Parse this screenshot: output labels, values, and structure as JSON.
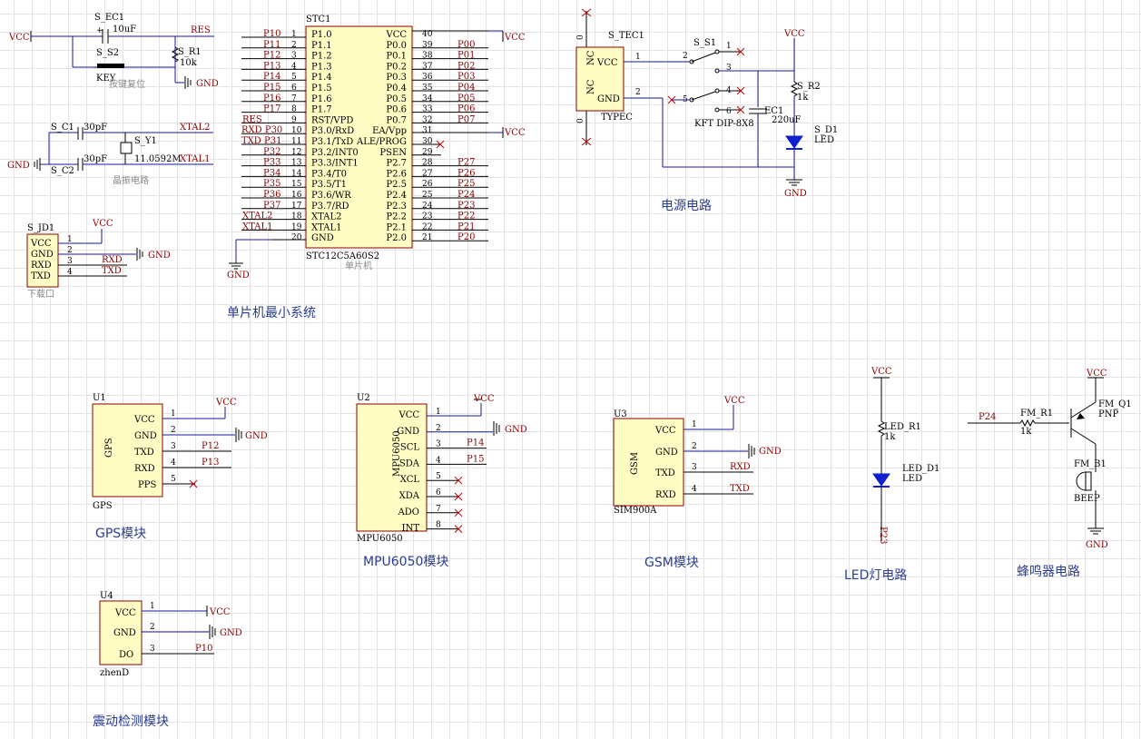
{
  "titles": {
    "mcu": "单片机最小系统",
    "power": "电源电路",
    "gps": "GPS模块",
    "mpu": "MPU6050模块",
    "gsm": "GSM模块",
    "led": "LED灯电路",
    "buzzer": "蜂鸣器电路",
    "vib": "震动检测模块"
  },
  "reset": {
    "vcc": "VCC",
    "ec1": "S_EC1",
    "ec1_value": "10uF",
    "s2": "S_S2",
    "s2_value": "KEY",
    "note": "按键复位",
    "res": "RES",
    "r1": "S_R1",
    "r1_value": "10k",
    "gnd": "GND"
  },
  "crystal": {
    "c1": "S_C1",
    "c1_value": "30pF",
    "c2": "S_C2",
    "c2_value": "30pF",
    "xtal2": "XTAL2",
    "xtal1": "XTAL1",
    "gnd": "GND",
    "y1": "S_Y1",
    "y1_value": "11.0592M",
    "note": "晶振电路"
  },
  "jd1": {
    "designator": "S_JD1",
    "pins": [
      "VCC",
      "GND",
      "RXD",
      "TXD"
    ],
    "vcc": "VCC",
    "gnd": "GND",
    "rxd": "RXD",
    "txd": "TXD",
    "note": "下载口"
  },
  "mcu": {
    "designator": "STC1",
    "part": "STC12C5A60S2",
    "note": "单片机",
    "gnd": "GND",
    "vcc": "VCC",
    "vcc2": "VCC",
    "left": [
      {
        "num": "1",
        "name": "P1.0",
        "net": "P10"
      },
      {
        "num": "2",
        "name": "P1.1",
        "net": "P11"
      },
      {
        "num": "3",
        "name": "P1.2",
        "net": "P12"
      },
      {
        "num": "4",
        "name": "P1.3",
        "net": "P13"
      },
      {
        "num": "5",
        "name": "P1.4",
        "net": "P14"
      },
      {
        "num": "6",
        "name": "P1.5",
        "net": "P15"
      },
      {
        "num": "7",
        "name": "P1.6",
        "net": "P16"
      },
      {
        "num": "8",
        "name": "P1.7",
        "net": "P17"
      },
      {
        "num": "9",
        "name": "RST/VPD",
        "net": "RES"
      },
      {
        "num": "10",
        "name": "P3.0/RxD",
        "net": "RXD P30"
      },
      {
        "num": "11",
        "name": "P3.1/TxD",
        "net": "TXD P31"
      },
      {
        "num": "12",
        "name": "P3.2/INT0",
        "net": "P32"
      },
      {
        "num": "13",
        "name": "P3.3/INT1",
        "net": "P33"
      },
      {
        "num": "14",
        "name": "P3.4/T0",
        "net": "P34"
      },
      {
        "num": "15",
        "name": "P3.5/T1",
        "net": "P35"
      },
      {
        "num": "16",
        "name": "P3.6/WR",
        "net": "P36"
      },
      {
        "num": "17",
        "name": "P3.7/RD",
        "net": "P37"
      },
      {
        "num": "18",
        "name": "XTAL2",
        "net": "XTAL2"
      },
      {
        "num": "19",
        "name": "XTAL1",
        "net": "XTAL1"
      },
      {
        "num": "20",
        "name": "GND",
        "net": ""
      }
    ],
    "right": [
      {
        "num": "40",
        "name": "VCC",
        "net": ""
      },
      {
        "num": "39",
        "name": "P0.0",
        "net": "P00"
      },
      {
        "num": "38",
        "name": "P0.1",
        "net": "P01"
      },
      {
        "num": "37",
        "name": "P0.2",
        "net": "P02"
      },
      {
        "num": "36",
        "name": "P0.3",
        "net": "P03"
      },
      {
        "num": "35",
        "name": "P0.4",
        "net": "P04"
      },
      {
        "num": "34",
        "name": "P0.5",
        "net": "P05"
      },
      {
        "num": "33",
        "name": "P0.6",
        "net": "P06"
      },
      {
        "num": "32",
        "name": "P0.7",
        "net": "P07"
      },
      {
        "num": "31",
        "name": "EA/Vpp",
        "net": ""
      },
      {
        "num": "30",
        "name": "ALE/PROG",
        "net": ""
      },
      {
        "num": "29",
        "name": "PSEN",
        "net": ""
      },
      {
        "num": "28",
        "name": "P2.7",
        "net": "P27"
      },
      {
        "num": "27",
        "name": "P2.6",
        "net": "P26"
      },
      {
        "num": "26",
        "name": "P2.5",
        "net": "P25"
      },
      {
        "num": "25",
        "name": "P2.4",
        "net": "P24"
      },
      {
        "num": "24",
        "name": "P2.3",
        "net": "P23"
      },
      {
        "num": "23",
        "name": "P2.2",
        "net": "P22"
      },
      {
        "num": "22",
        "name": "P2.1",
        "net": "P21"
      },
      {
        "num": "21",
        "name": "P2.0",
        "net": "P20"
      }
    ]
  },
  "power": {
    "tec1": "S_TEC1",
    "tec1_value": "TYPEC",
    "nc1": "NC",
    "nc2": "NC",
    "vcc_pin": "VCC",
    "gnd_pin": "GND",
    "s1": "S_S1",
    "s1_value": "KFT DIP-8X8",
    "vcc": "VCC",
    "ec1": "EC1",
    "ec1_value": "220uF",
    "r2": "S_R2",
    "r2_value": "1k",
    "d1": "S_D1",
    "d1_value": "LED",
    "gnd": "GND"
  },
  "gps": {
    "designator": "U1",
    "inner": "GPS",
    "part": "GPS",
    "pins": [
      "VCC",
      "GND",
      "TXD",
      "RXD",
      "PPS"
    ],
    "vcc": "VCC",
    "gnd": "GND",
    "txd_net": "P12",
    "rxd_net": "P13"
  },
  "mpu": {
    "designator": "U2",
    "inner": "MPU6050",
    "part": "MPU6050",
    "pins": [
      {
        "num": "1",
        "name": "VCC",
        "net": ""
      },
      {
        "num": "2",
        "name": "GND",
        "net": ""
      },
      {
        "num": "3",
        "name": "SCL",
        "net": "P14"
      },
      {
        "num": "4",
        "name": "SDA",
        "net": "P15"
      },
      {
        "num": "5",
        "name": "XCL",
        "net": ""
      },
      {
        "num": "6",
        "name": "XDA",
        "net": ""
      },
      {
        "num": "7",
        "name": "ADO",
        "net": ""
      },
      {
        "num": "8",
        "name": "INT",
        "net": ""
      }
    ],
    "vcc": "VCC",
    "gnd": "GND"
  },
  "gsm": {
    "designator": "U3",
    "inner": "GSM",
    "part": "SIM900A",
    "pins": [
      "VCC",
      "GND",
      "TXD",
      "RXD"
    ],
    "vcc": "VCC",
    "gnd": "GND",
    "rxd_net": "RXD",
    "txd_net": "TXD"
  },
  "vib": {
    "designator": "U4",
    "part": "zhenD",
    "pins": [
      "VCC",
      "GND",
      "DO"
    ],
    "vcc": "VCC",
    "gnd": "GND",
    "do_net": "P10"
  },
  "ledc": {
    "vcc": "VCC",
    "r1": "LED_R1",
    "r1_value": "1k",
    "d1": "LED_D1",
    "d1_value": "LED",
    "net": "P23"
  },
  "buz": {
    "net": "P24",
    "r1": "FM_R1",
    "r1_value": "1k",
    "vcc": "VCC",
    "q1": "FM_Q1",
    "q1_value": "PNP",
    "b1": "FM_B1",
    "b1_value": "BEEP",
    "gnd": "GND"
  }
}
